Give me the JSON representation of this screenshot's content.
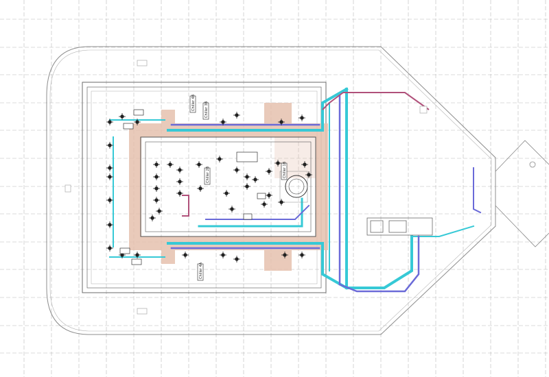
{
  "drawing": {
    "tags": [
      {
        "id": "tag-1",
        "text": "Chiller 4B"
      },
      {
        "id": "tag-2",
        "text": "Chiller 3B"
      },
      {
        "id": "tag-3",
        "text": "Chiller 2B"
      },
      {
        "id": "tag-4",
        "text": "Chiller 1B"
      },
      {
        "id": "tag-5",
        "text": "Chiller 4A"
      }
    ],
    "colors": {
      "grid": "#9a9a9a",
      "outline": "#8c8c8c",
      "wall": "#6a6a6a",
      "chilled_water": "#36c9d6",
      "condenser_water": "#6a6ad8",
      "header_zone": "#e6c1ae",
      "return_pipe": "#b0507a",
      "equipment": "#222222"
    }
  }
}
